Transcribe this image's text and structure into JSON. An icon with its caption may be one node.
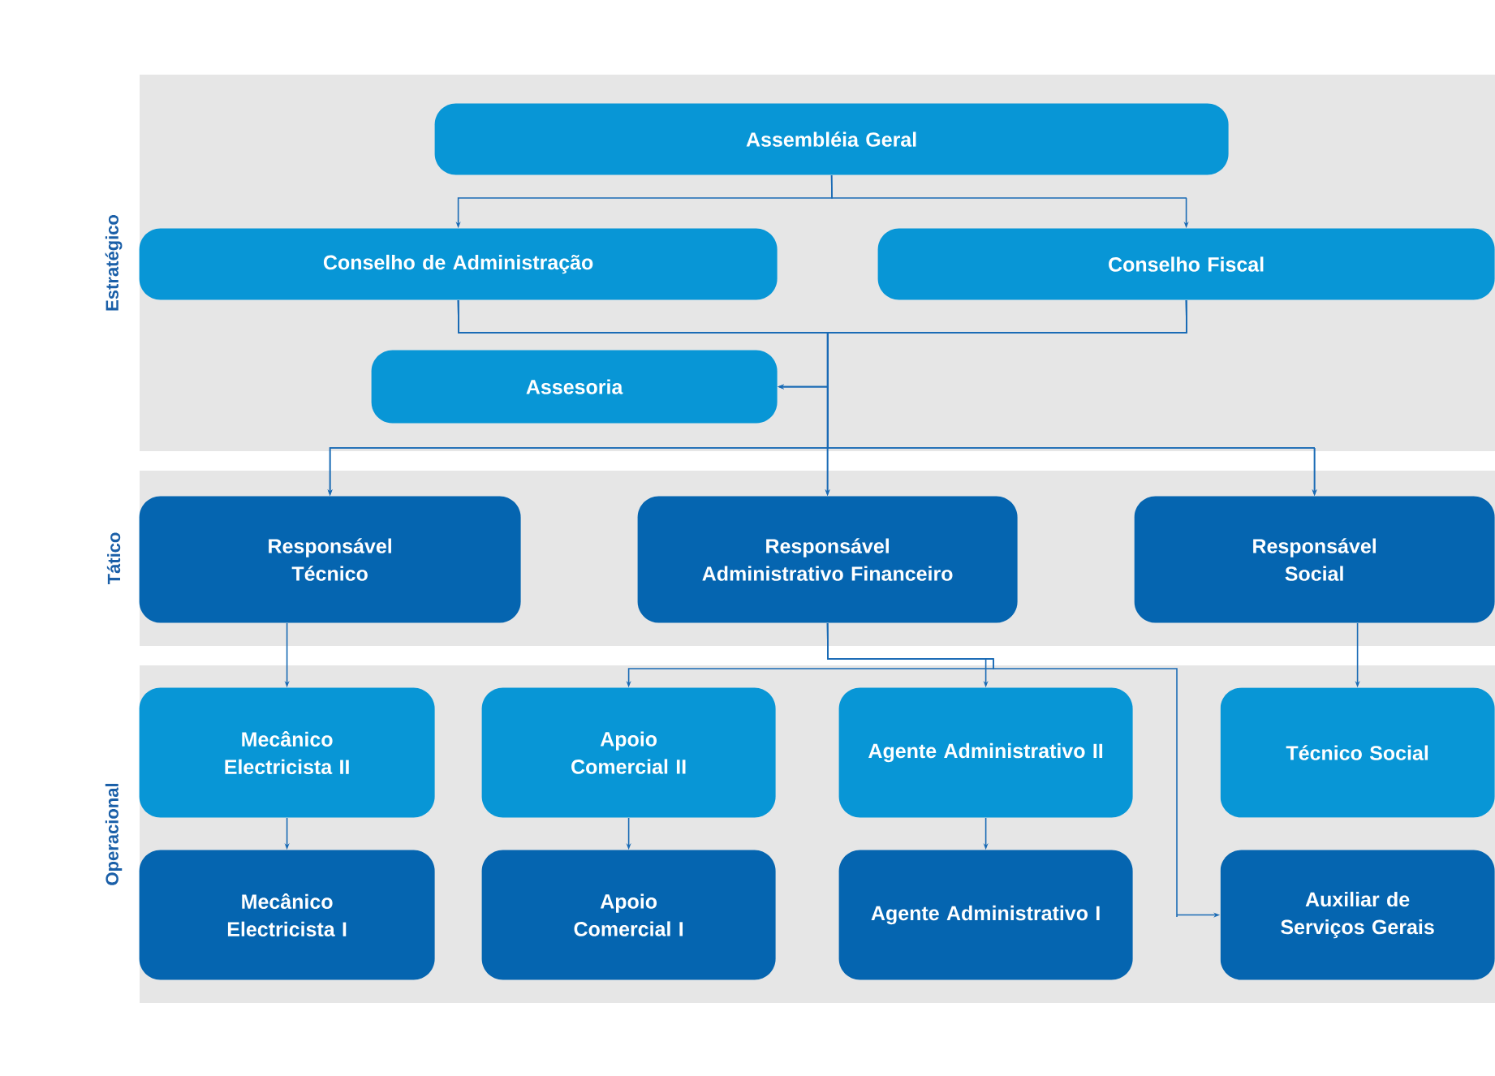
{
  "diagram": {
    "nodes": [
      {
        "text": [
          "Estratégico"
        ]
      },
      {
        "text": [
          "Assembléia Geral"
        ],
        "in": 0
      },
      {
        "text": [
          "Conselho de Administração"
        ],
        "in": 0
      },
      {
        "text": [
          "Conselho Fiscal"
        ],
        "in": 0
      },
      {
        "text": [
          "Assesoria"
        ],
        "in": 0
      },
      {
        "text": [
          "Tático"
        ]
      },
      {
        "text": [
          "Responsável Técnico"
        ],
        "in": 5
      },
      {
        "text": [
          "Responsável Administrativo Financeiro"
        ],
        "in": 5
      },
      {
        "text": [
          "Responsável Social"
        ],
        "in": 5
      },
      {
        "text": [
          "Operacional"
        ]
      },
      {
        "text": [
          "Mecânico Electricista II"
        ],
        "in": 9
      },
      {
        "text": [
          "Apoio Comercial II"
        ],
        "in": 9
      },
      {
        "text": [
          "Agente Administrativo II"
        ],
        "in": 9
      },
      {
        "text": [
          "Técnico Social"
        ],
        "in": 9
      },
      {
        "text": [
          "Mecânico Electricista I"
        ],
        "in": 9
      },
      {
        "text": [
          "Apoio Comercial I"
        ],
        "in": 9
      },
      {
        "text": [
          "Agente Administrativo I"
        ],
        "in": 9
      },
      {
        "text": [
          "Auxiliar de Serviços Gerais"
        ],
        "in": 9
      }
    ],
    "edges": [
      {
        "from": 1,
        "to": 2,
        "arrow": "to"
      },
      {
        "from": 1,
        "to": 3,
        "arrow": "to"
      },
      {
        "from": 2,
        "to": 4,
        "arrow": "to"
      },
      {
        "from": 3,
        "to": 4,
        "arrow": "to"
      },
      {
        "from": 2,
        "to": 6,
        "arrow": "to"
      },
      {
        "from": 3,
        "to": 6,
        "arrow": "to"
      },
      {
        "from": 2,
        "to": 7,
        "arrow": "to"
      },
      {
        "from": 3,
        "to": 7,
        "arrow": "to"
      },
      {
        "from": 2,
        "to": 8,
        "arrow": "to"
      },
      {
        "from": 3,
        "to": 8,
        "arrow": "to"
      },
      {
        "from": 6,
        "to": 10,
        "arrow": "to"
      },
      {
        "from": 7,
        "to": 11,
        "arrow": "to"
      },
      {
        "from": 7,
        "to": 12,
        "arrow": "to"
      },
      {
        "from": 7,
        "to": 17,
        "arrow": "to"
      },
      {
        "from": 8,
        "to": 13,
        "arrow": "to"
      },
      {
        "from": 10,
        "to": 14,
        "arrow": "to"
      },
      {
        "from": 11,
        "to": 15,
        "arrow": "to"
      },
      {
        "from": 12,
        "to": 16,
        "arrow": "to"
      }
    ]
  }
}
